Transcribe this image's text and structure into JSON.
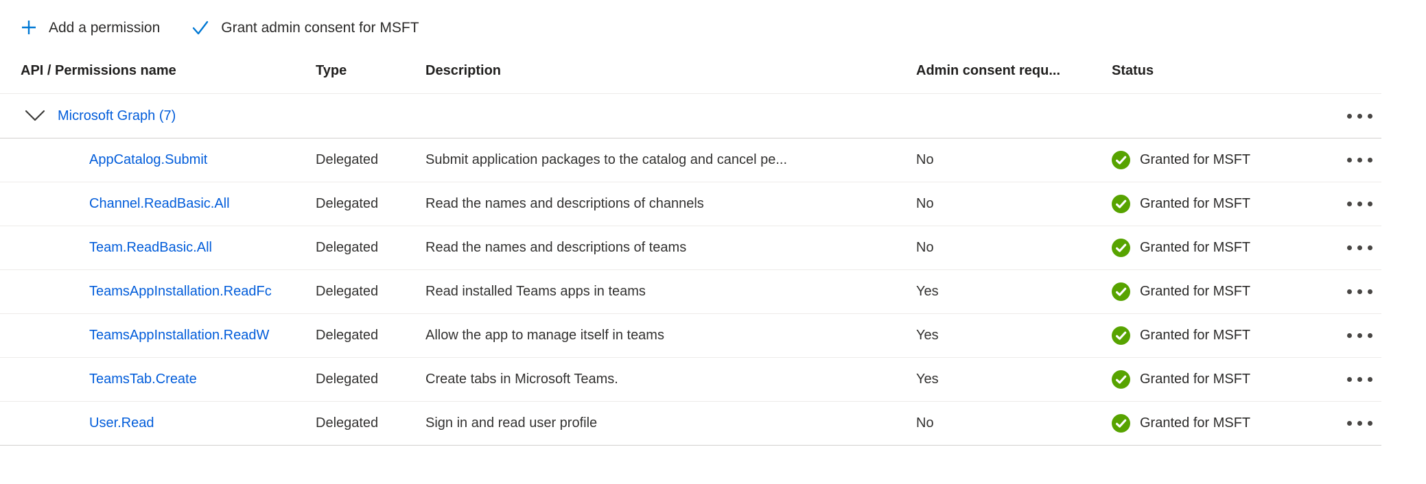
{
  "colors": {
    "accent_blue": "#0078d4",
    "link_blue": "#015cda",
    "success_green": "#57a300",
    "text_primary": "#323130"
  },
  "toolbar": {
    "add_permission": "Add a permission",
    "grant_admin_consent": "Grant admin consent for MSFT",
    "add_icon": "plus-icon",
    "grant_icon": "check-icon"
  },
  "table": {
    "headers": {
      "name": "API / Permissions name",
      "type": "Type",
      "description": "Description",
      "admin_consent": "Admin consent requ...",
      "status": "Status"
    },
    "group": {
      "label": "Microsoft Graph (7)",
      "expand_icon": "chevron-down-icon",
      "menu_icon": "ellipsis-icon"
    },
    "rows": [
      {
        "name": "AppCatalog.Submit",
        "type": "Delegated",
        "description": "Submit application packages to the catalog and cancel pe...",
        "admin_consent": "No",
        "status": "Granted for MSFT",
        "status_icon": "granted-check-icon"
      },
      {
        "name": "Channel.ReadBasic.All",
        "type": "Delegated",
        "description": "Read the names and descriptions of channels",
        "admin_consent": "No",
        "status": "Granted for MSFT",
        "status_icon": "granted-check-icon"
      },
      {
        "name": "Team.ReadBasic.All",
        "type": "Delegated",
        "description": "Read the names and descriptions of teams",
        "admin_consent": "No",
        "status": "Granted for MSFT",
        "status_icon": "granted-check-icon"
      },
      {
        "name": "TeamsAppInstallation.ReadFc",
        "type": "Delegated",
        "description": "Read installed Teams apps in teams",
        "admin_consent": "Yes",
        "status": "Granted for MSFT",
        "status_icon": "granted-check-icon"
      },
      {
        "name": "TeamsAppInstallation.ReadW",
        "type": "Delegated",
        "description": "Allow the app to manage itself in teams",
        "admin_consent": "Yes",
        "status": "Granted for MSFT",
        "status_icon": "granted-check-icon"
      },
      {
        "name": "TeamsTab.Create",
        "type": "Delegated",
        "description": "Create tabs in Microsoft Teams.",
        "admin_consent": "Yes",
        "status": "Granted for MSFT",
        "status_icon": "granted-check-icon"
      },
      {
        "name": "User.Read",
        "type": "Delegated",
        "description": "Sign in and read user profile",
        "admin_consent": "No",
        "status": "Granted for MSFT",
        "status_icon": "granted-check-icon"
      }
    ]
  }
}
